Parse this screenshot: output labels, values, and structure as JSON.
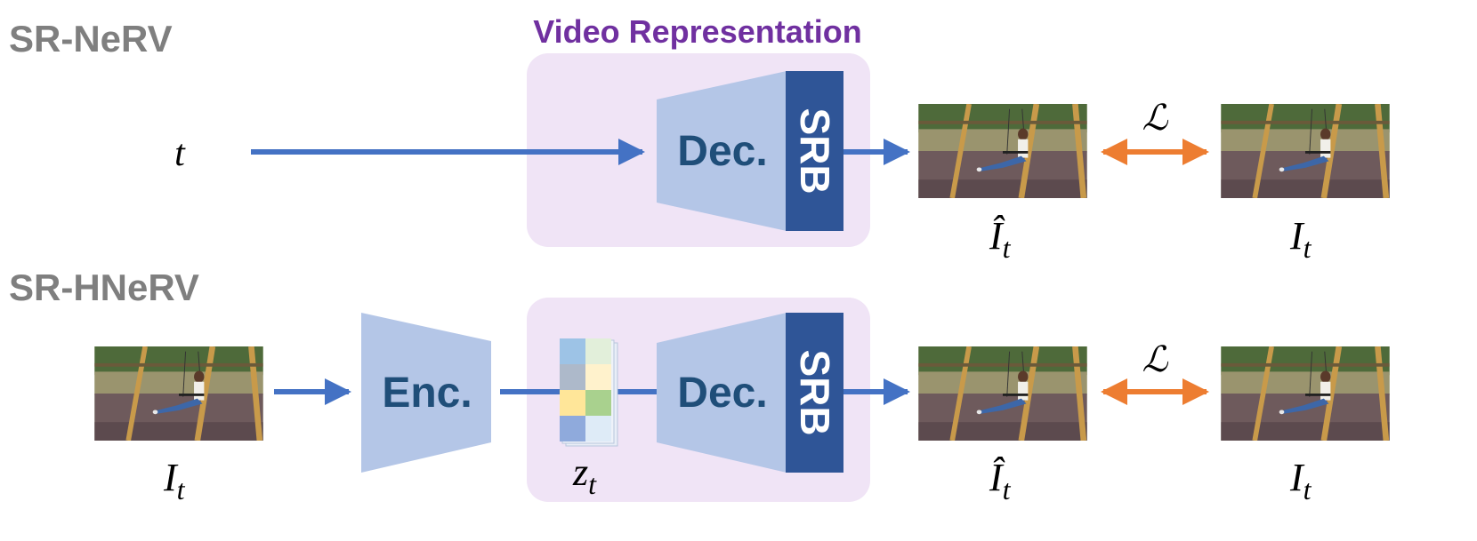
{
  "labels": {
    "video_representation": "Video Representation",
    "sr_nerv": "SR-NeRV",
    "sr_hnerv": "SR-HNeRV",
    "dec": "Dec.",
    "enc": "Enc.",
    "srb": "SRB",
    "t": "t",
    "loss": "ℒ",
    "i_hat": "Î",
    "i": "I",
    "z": "z",
    "subscript_t": "t"
  },
  "colors": {
    "title_purple": "#7030a0",
    "row_label_gray": "#7f7f7f",
    "panel_fill": "#f0e4f6",
    "trap_fill": "#b4c6e7",
    "srb_fill": "#2f5597",
    "arrow_blue": "#4472c4",
    "arrow_orange": "#ed7d31",
    "text_dark_blue": "#1f4e79"
  },
  "icons": {
    "frame_image": "swing-frame-photo",
    "latent": "latent-grid-icon"
  }
}
